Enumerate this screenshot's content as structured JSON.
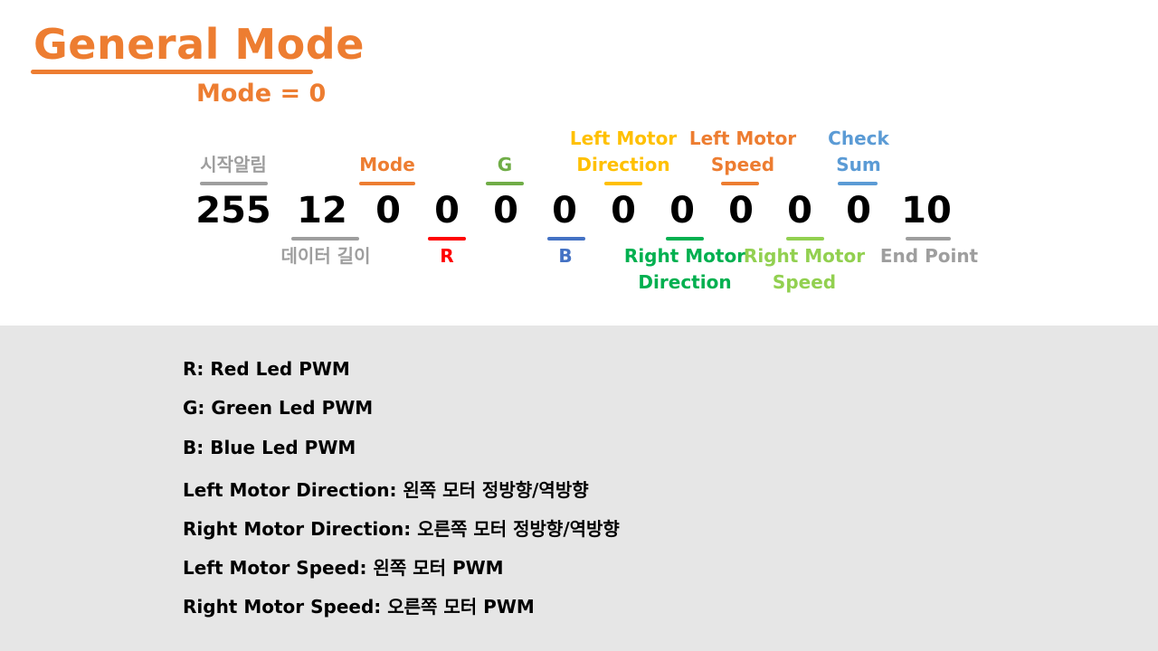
{
  "title": "General Mode",
  "subtitle": "Mode = 0",
  "colors": {
    "orange": "#ED7D31",
    "gray": "#9E9E9E",
    "green_dark": "#70AD47",
    "red": "#FF0000",
    "blue": "#4472C4",
    "yellow": "#FFC000",
    "green": "#00B050",
    "light_green": "#92D050",
    "sky_blue": "#5B9BD5",
    "background_bottom": "#E6E6E6"
  },
  "packet": {
    "values": [
      "255",
      "12",
      "0",
      "0",
      "0",
      "0",
      "0",
      "0",
      "0",
      "0",
      "0",
      "10"
    ],
    "labels_top": {
      "start": "시작알림",
      "mode": "Mode",
      "g": "G",
      "left_dir_1": "Left Motor",
      "left_dir_2": "Direction",
      "left_speed_1": "Left Motor",
      "left_speed_2": "Speed",
      "checksum_1": "Check",
      "checksum_2": "Sum"
    },
    "labels_bottom": {
      "length": "데이터 길이",
      "r": "R",
      "b": "B",
      "right_dir_1": "Right Motor",
      "right_dir_2": "Direction",
      "right_speed_1": "Right Motor",
      "right_speed_2": "Speed",
      "end": "End Point"
    }
  },
  "legend": [
    "R: Red Led PWM",
    "G: Green Led PWM",
    "B: Blue Led PWM",
    "Left Motor Direction: 왼쪽 모터 정방향/역방향",
    "Right Motor Direction: 오른쪽 모터 정방향/역방향",
    "Left Motor Speed: 왼쪽 모터 PWM",
    "Right Motor Speed: 오른쪽 모터 PWM"
  ]
}
